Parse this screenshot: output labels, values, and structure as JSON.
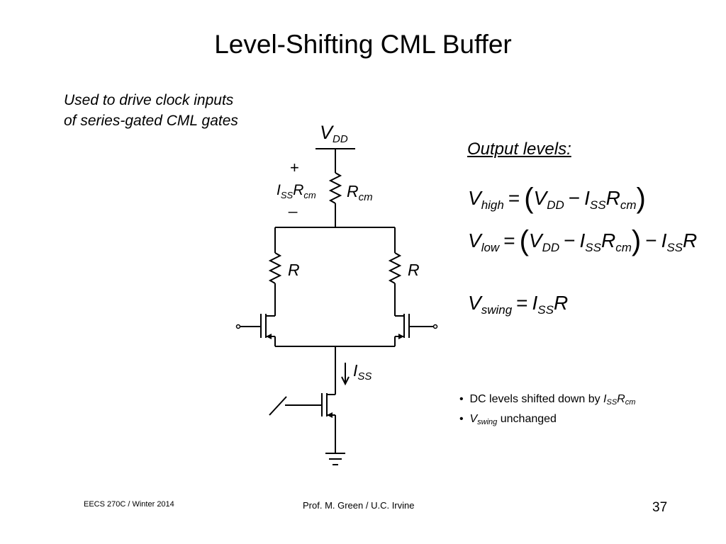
{
  "slide": {
    "title": "Level-Shifting CML Buffer",
    "note_line1": "Used to drive clock inputs",
    "note_line2": "of series-gated CML gates"
  },
  "circuit": {
    "vdd_main": "V",
    "vdd_sub": "DD",
    "plus": "+",
    "minus": "_",
    "drop_i": "I",
    "drop_i_sub": "SS",
    "drop_r": "R",
    "drop_r_sub": "cm",
    "rcm_main": "R",
    "rcm_sub": "cm",
    "r_left": "R",
    "r_right": "R",
    "iss_main": "I",
    "iss_sub": "SS"
  },
  "equations": {
    "heading": "Output levels:",
    "vhigh": {
      "v": "V",
      "v_sub": "high",
      "eq": "=",
      "vdd": "V",
      "vdd_sub": "DD",
      "minus": "−",
      "i": "I",
      "i_sub": "SS",
      "r": "R",
      "r_sub": "cm"
    },
    "vlow": {
      "v": "V",
      "v_sub": "low",
      "eq": "=",
      "vdd": "V",
      "vdd_sub": "DD",
      "minus": "−",
      "i": "I",
      "i_sub": "SS",
      "r": "R",
      "r_sub": "cm",
      "minus2": "−",
      "i2": "I",
      "i2_sub": "SS",
      "r2": "R"
    },
    "vswing": {
      "v": "V",
      "v_sub": "swing",
      "eq": "=",
      "i": "I",
      "i_sub": "SS",
      "r": "R"
    }
  },
  "bullets": {
    "b1_text": "DC levels shifted down by ",
    "b1_i": "I",
    "b1_i_sub": "SS",
    "b1_r": "R",
    "b1_r_sub": "cm",
    "b2_v": "V",
    "b2_v_sub": "swing",
    "b2_text": " unchanged",
    "bullet_char": "•"
  },
  "footer": {
    "course": "EECS 270C / Winter 2014",
    "author": "Prof. M. Green / U.C. Irvine",
    "page": "37"
  }
}
